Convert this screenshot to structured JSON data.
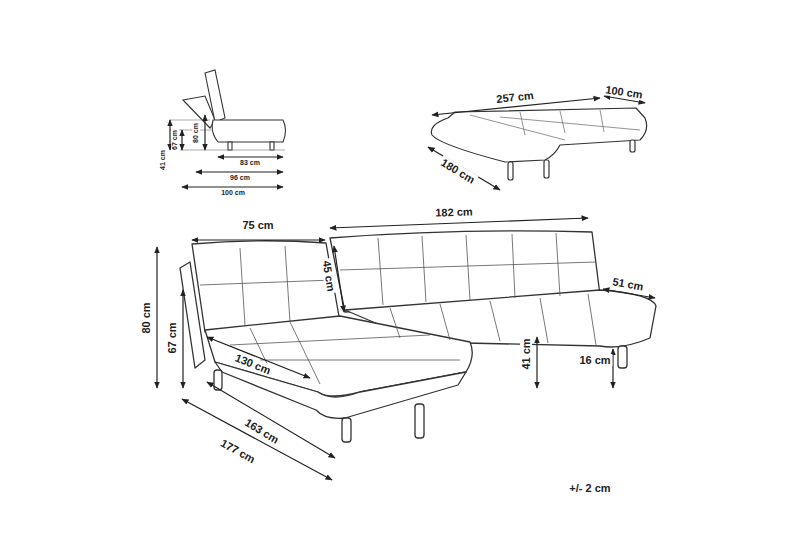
{
  "diagram": {
    "labels": [
      "41 cm",
      "67 cm",
      "80 cm",
      "83 cm",
      "96 cm",
      "100 cm",
      "257 cm",
      "100 cm",
      "180 cm",
      "75 cm",
      "182 cm",
      "45 cm",
      "51 cm",
      "80 cm",
      "67 cm",
      "130 cm",
      "41 cm",
      "16 cm",
      "163 cm",
      "177 cm",
      "+/- 2 cm"
    ]
  }
}
